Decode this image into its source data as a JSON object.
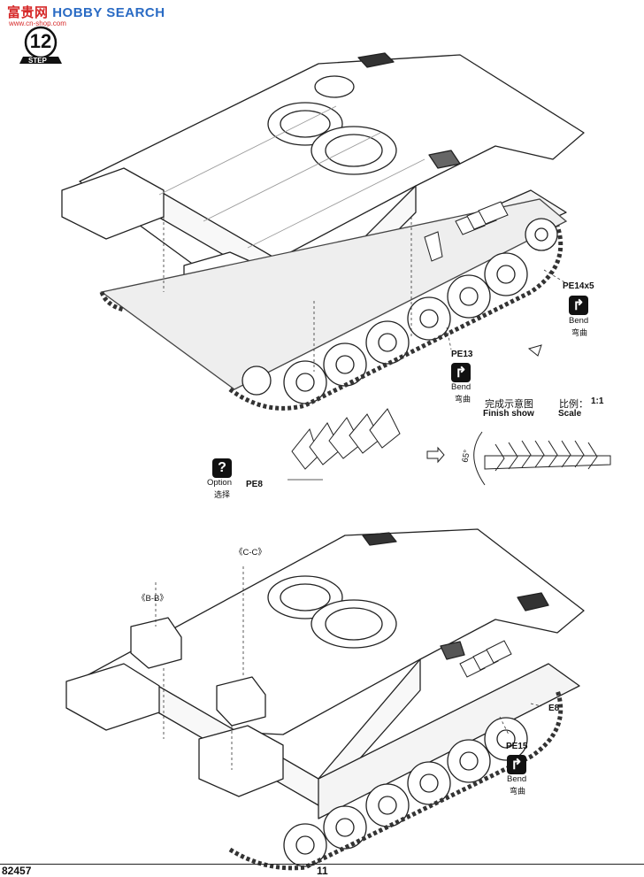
{
  "watermark": {
    "cn": "富贵网",
    "en": "HOBBY SEARCH",
    "url": "www.cn-shop.com"
  },
  "step": {
    "number": "12",
    "label": "STEP"
  },
  "callouts": {
    "pe14": {
      "part": "PE14x5",
      "action": "Bend",
      "action_cn": "弯曲"
    },
    "pe13": {
      "part": "PE13",
      "action": "Bend",
      "action_cn": "弯曲"
    },
    "pe8": {
      "part": "PE8",
      "action": "Option",
      "action_cn": "选择"
    },
    "pe15": {
      "part": "PE15",
      "action": "Bend",
      "action_cn": "弯曲"
    },
    "e8": {
      "part": "E8"
    }
  },
  "finish_show": {
    "cn": "完成示意图",
    "en": "Finish show",
    "angle": "65°"
  },
  "scale": {
    "cn": "比例：",
    "value": "1:1",
    "en": "Scale"
  },
  "sections": {
    "bb": "《B-B》",
    "cc": "《C-C》"
  },
  "footer": {
    "kit_number": "82457",
    "page_number": "11"
  }
}
